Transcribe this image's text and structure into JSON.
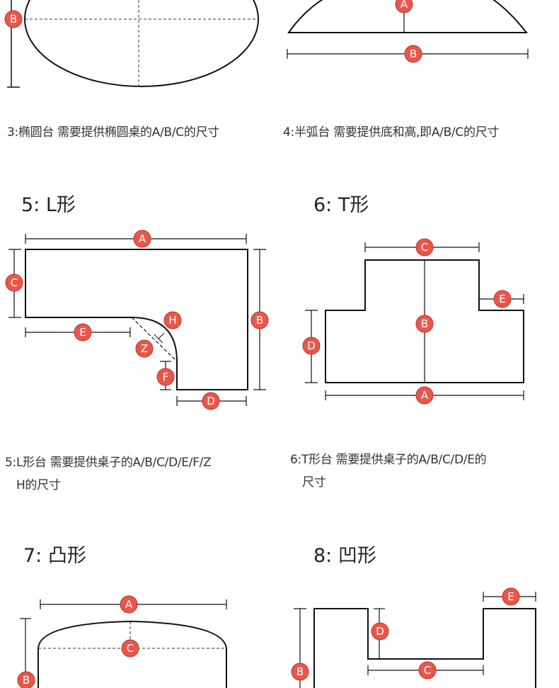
{
  "captions": {
    "c3": "3:椭圆台 需要提供椭圆桌的A/B/C的尺寸",
    "c4": "4:半弧台 需要提供底和高,即A/B/C的尺寸",
    "c5_line1": "5:L形台 需要提供桌子的A/B/C/D/E/F/Z",
    "c5_line2": "H的尺寸",
    "c6_line1": "6:T形台 需要提供桌子的A/B/C/D/E的",
    "c6_line2": "尺寸"
  },
  "titles": {
    "t5": "5: L形",
    "t6": "6: T形",
    "t7": "7: 凸形",
    "t8": "8: 凹形"
  },
  "labels": {
    "A": "A",
    "B": "B",
    "C": "C",
    "D": "D",
    "E": "E",
    "F": "F",
    "Z": "Z",
    "H": "H"
  },
  "colors": {
    "badge": "#e9574a",
    "line": "#111111"
  }
}
